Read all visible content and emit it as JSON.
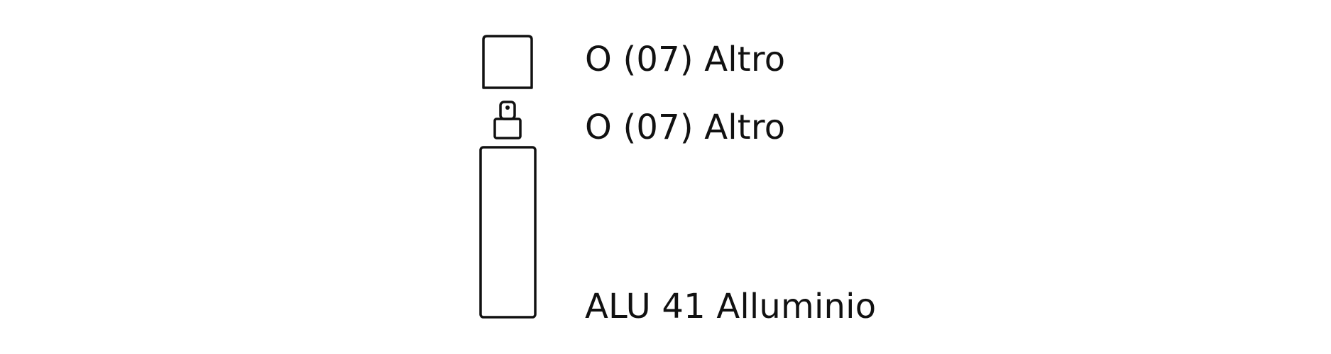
{
  "colors": {
    "stroke": "#111111",
    "background": "#ffffff"
  },
  "parts": [
    {
      "id": "cap",
      "icon": "cap-icon",
      "label": "O (07) Altro"
    },
    {
      "id": "pump",
      "icon": "spray-pump-icon",
      "label": "O (07) Altro"
    },
    {
      "id": "bottle",
      "icon": "bottle-icon",
      "label": "ALU 41 Alluminio"
    }
  ]
}
